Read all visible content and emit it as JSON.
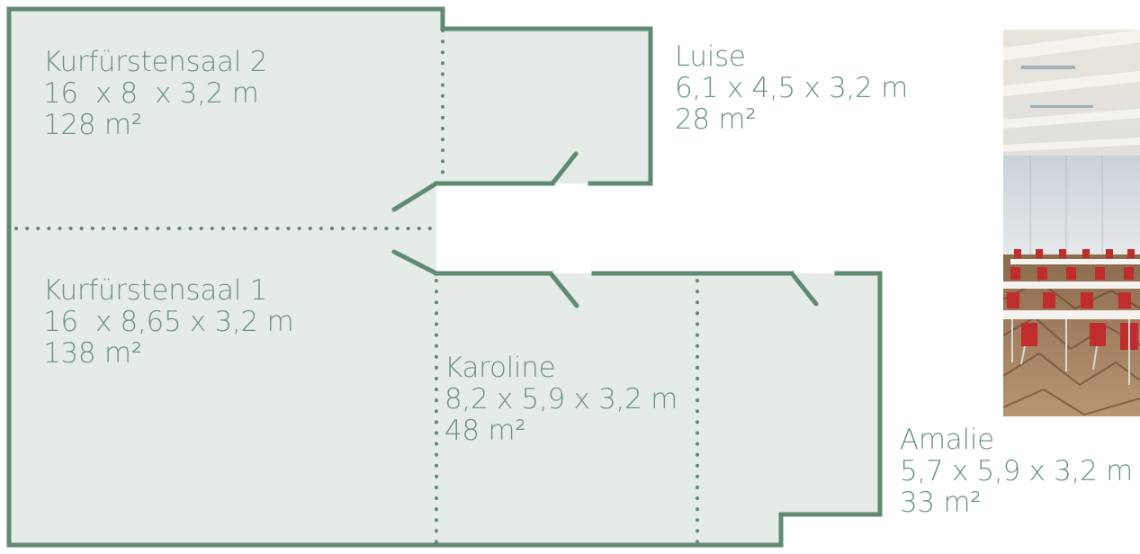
{
  "rooms": {
    "kurfuerstensaal_2": {
      "name": "Kurfürstensaal 2",
      "dimensions": "16  x 8  x 3,2 m",
      "area": "128 m²"
    },
    "kurfuerstensaal_1": {
      "name": "Kurfürstensaal 1",
      "dimensions": "16  x 8,65 x 3,2 m",
      "area": "138 m²"
    },
    "luise": {
      "name": "Luise",
      "dimensions": "6,1 x 4,5 x 3,2 m",
      "area": "28 m²"
    },
    "karoline": {
      "name": "Karoline",
      "dimensions": "8,2 x 5,9 x 3,2 m",
      "area": "48 m²"
    },
    "amalie": {
      "name": "Amalie",
      "dimensions": "5,7 x 5,9 x 3,2 m",
      "area": "33 m²"
    }
  },
  "colors": {
    "wall": "#5f8b72",
    "floor": "#e5ebe6",
    "text": "#6e9580"
  },
  "photo": {
    "subject": "conference-room-photo"
  }
}
